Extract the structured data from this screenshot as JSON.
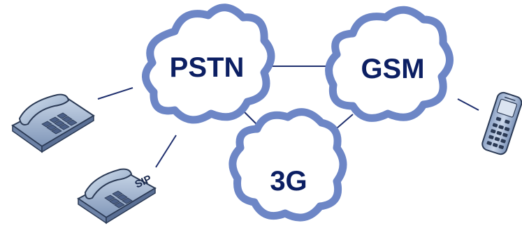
{
  "networks": {
    "pstn": {
      "label": "PSTN"
    },
    "gsm": {
      "label": "GSM"
    },
    "3g": {
      "label": "3G"
    }
  },
  "devices": {
    "sip_phone": {
      "badge": "SIP"
    }
  },
  "colors": {
    "cloud_outline": "#6d86c6",
    "cloud_fill": "#ffffff",
    "label": "#0c1f63",
    "link_line": "#1f2f6e",
    "phone_body": "#97abc8",
    "phone_dark": "#2b3a55"
  },
  "icons": [
    "desk-phone-icon",
    "sip-phone-icon",
    "mobile-phone-icon"
  ]
}
